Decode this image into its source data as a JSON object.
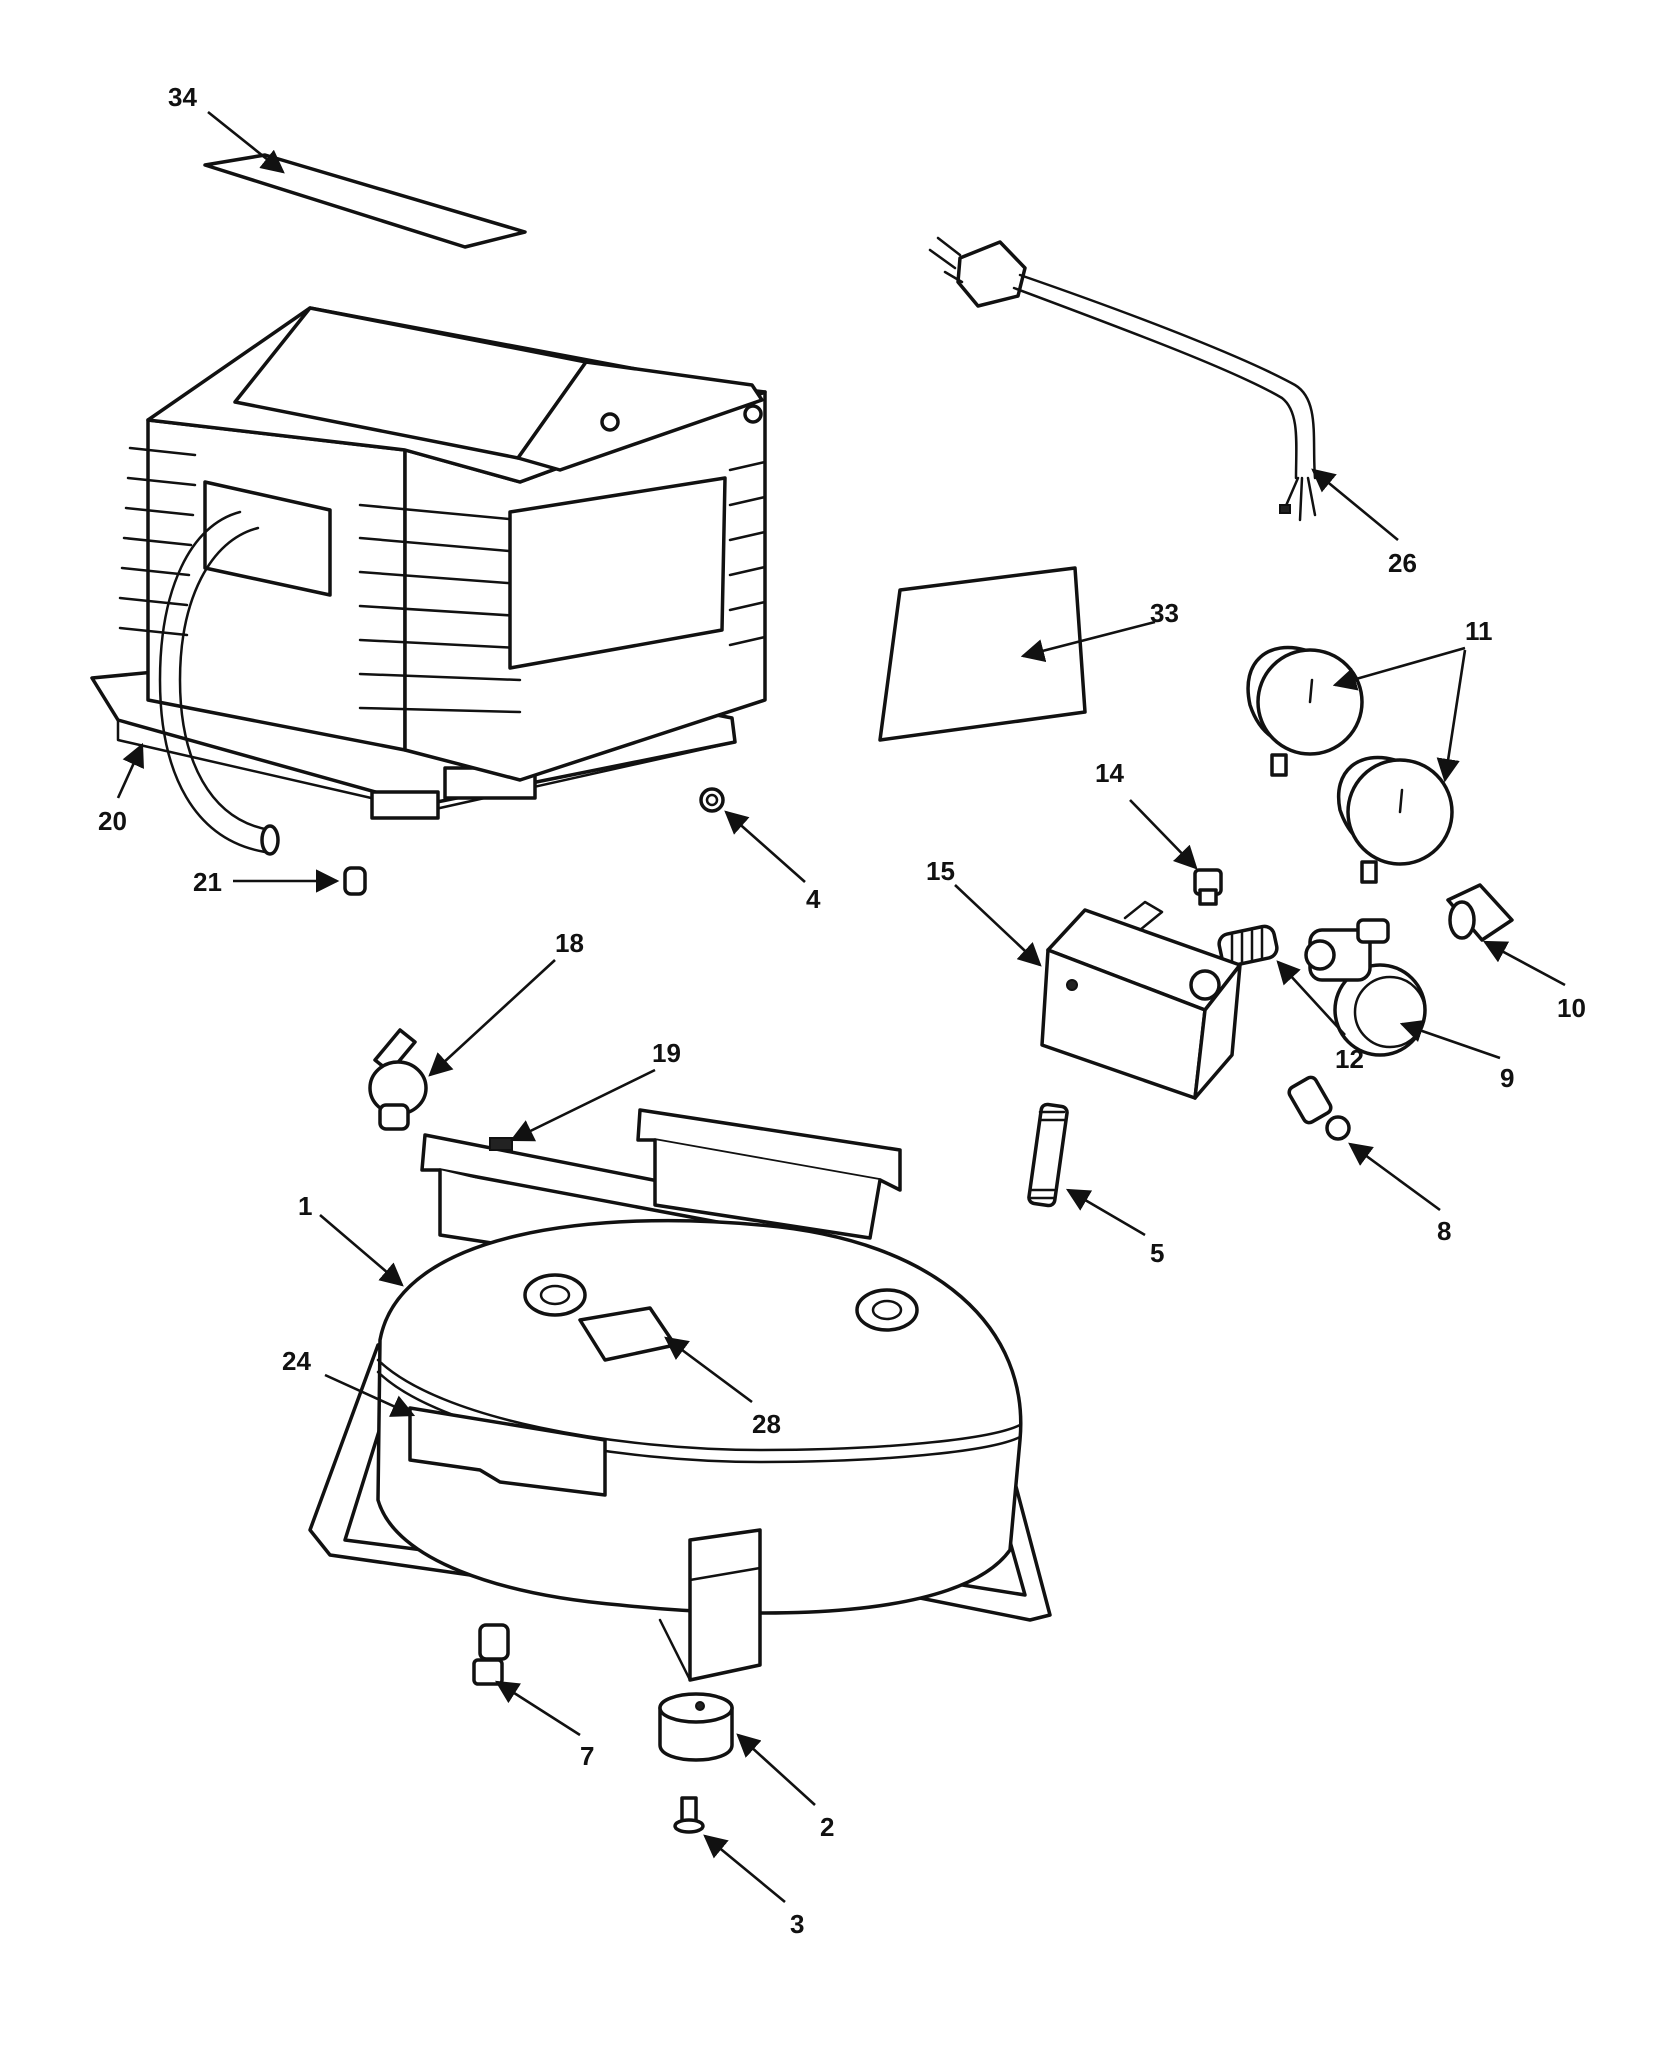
{
  "callouts": [
    {
      "id": "c34",
      "label": "34"
    },
    {
      "id": "c26",
      "label": "26"
    },
    {
      "id": "c33",
      "label": "33"
    },
    {
      "id": "c11",
      "label": "11"
    },
    {
      "id": "c20",
      "label": "20"
    },
    {
      "id": "c21",
      "label": "21"
    },
    {
      "id": "c4",
      "label": "4"
    },
    {
      "id": "c14",
      "label": "14"
    },
    {
      "id": "c15",
      "label": "15"
    },
    {
      "id": "c10",
      "label": "10"
    },
    {
      "id": "c12",
      "label": "12"
    },
    {
      "id": "c9",
      "label": "9"
    },
    {
      "id": "c18",
      "label": "18"
    },
    {
      "id": "c19",
      "label": "19"
    },
    {
      "id": "c8",
      "label": "8"
    },
    {
      "id": "c5",
      "label": "5"
    },
    {
      "id": "c1",
      "label": "1"
    },
    {
      "id": "c24",
      "label": "24"
    },
    {
      "id": "c28",
      "label": "28"
    },
    {
      "id": "c7",
      "label": "7"
    },
    {
      "id": "c2",
      "label": "2"
    },
    {
      "id": "c3",
      "label": "3"
    }
  ]
}
